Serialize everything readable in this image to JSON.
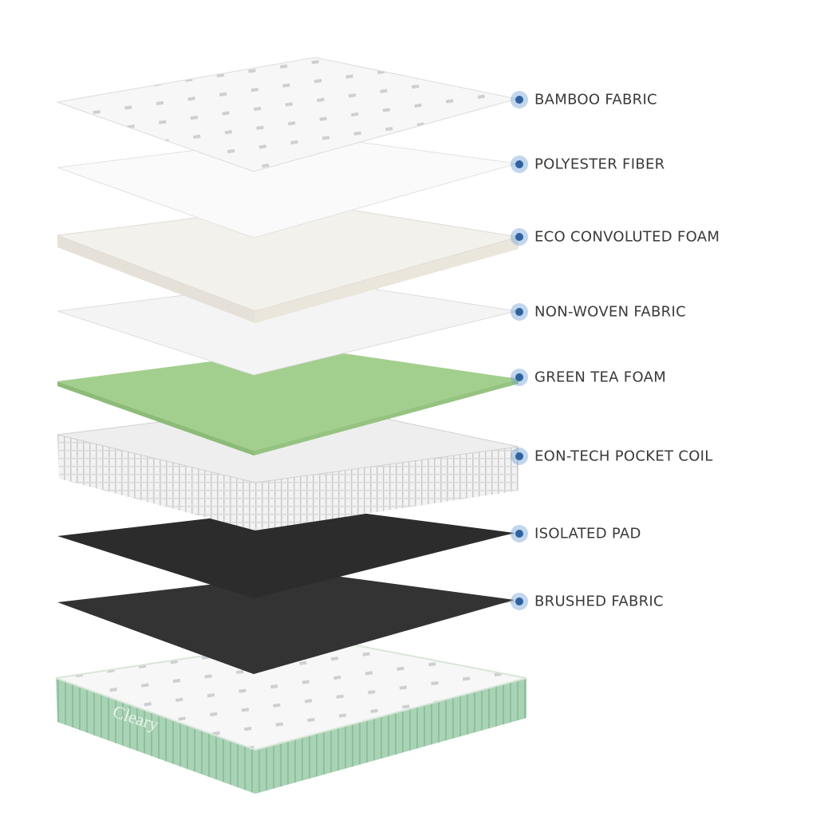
{
  "brand": "Cleary",
  "colors": {
    "dot": "#2f62a0",
    "green_layer": "#a3cf8e",
    "dark_layer": "#2f2f2f",
    "side_green": "#a9d3b5"
  },
  "layers": [
    {
      "label": "BAMBOO FABRIC"
    },
    {
      "label": "POLYESTER FIBER"
    },
    {
      "label": "ECO CONVOLUTED FOAM"
    },
    {
      "label": "NON-WOVEN FABRIC"
    },
    {
      "label": "GREEN TEA FOAM"
    },
    {
      "label": "EON-TECH POCKET COIL"
    },
    {
      "label": "ISOLATED PAD"
    },
    {
      "label": "BRUSHED FABRIC"
    }
  ]
}
